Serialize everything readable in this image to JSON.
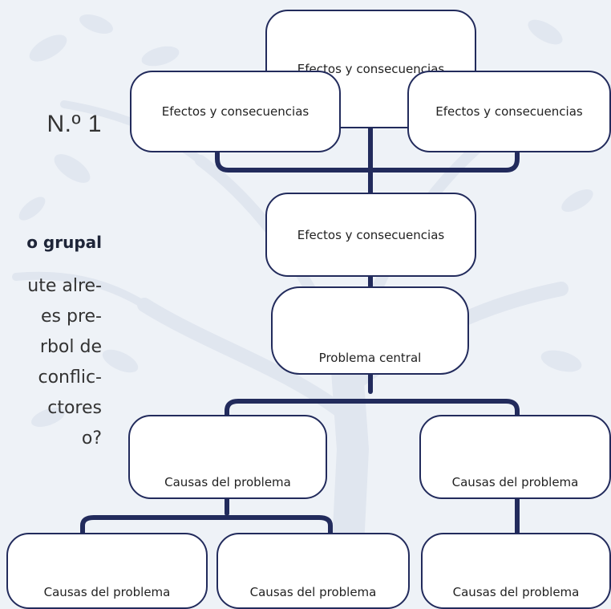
{
  "activity_title": "N.º 1",
  "group_label": "o grupal",
  "question_lines": [
    "ute alre-",
    "es pre-",
    "rbol de",
    "conflic-",
    "ctores",
    "o?"
  ],
  "diagram": {
    "effects": [
      {
        "label": "Efectos y consecuencias"
      },
      {
        "label": "Efectos y consecuencias"
      },
      {
        "label": "Efectos y consecuencias"
      },
      {
        "label": "Efectos y consecuencias"
      }
    ],
    "central_problem": {
      "label": "Problema central"
    },
    "causes": [
      {
        "label": "Causas del problema"
      },
      {
        "label": "Causas del problema"
      },
      {
        "label": "Causas del problema"
      },
      {
        "label": "Causas del problema"
      },
      {
        "label": "Causas del problema"
      }
    ]
  },
  "colors": {
    "connector": "#222b5c",
    "box_border": "#222b5c",
    "box_fill": "#ffffff",
    "background": "#eef2f7",
    "background_tree": "#e2e8f0"
  }
}
